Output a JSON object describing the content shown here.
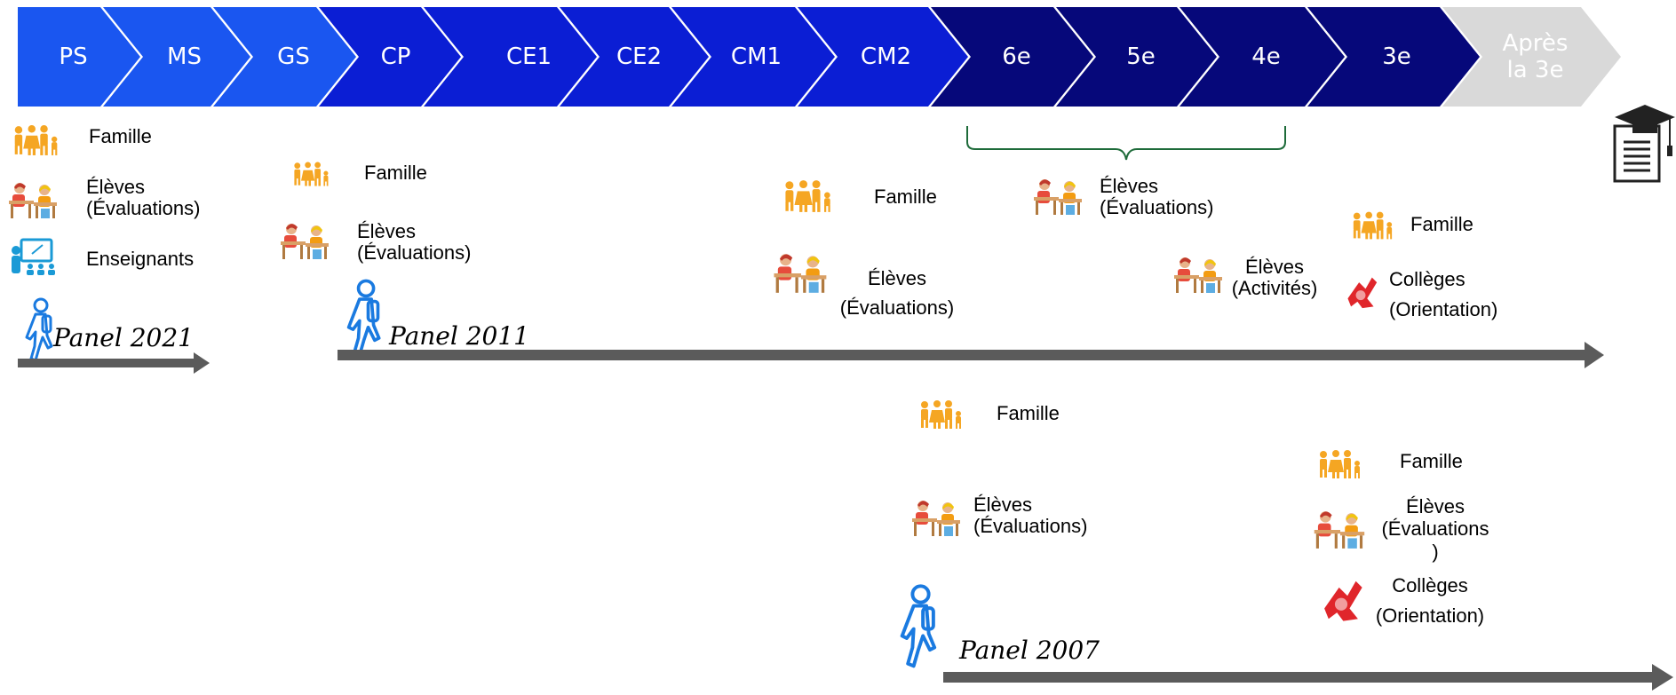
{
  "stages": [
    {
      "label": "PS",
      "color": "#1a56f0"
    },
    {
      "label": "MS",
      "color": "#1a56f0"
    },
    {
      "label": "GS",
      "color": "#1a56f0"
    },
    {
      "label": "CP",
      "color": "#0b1ed4"
    },
    {
      "label": "CE1",
      "color": "#0b1ed4"
    },
    {
      "label": "CE2",
      "color": "#0b1ed4"
    },
    {
      "label": "CM1",
      "color": "#0b1ed4"
    },
    {
      "label": "CM2",
      "color": "#0b1ed4"
    },
    {
      "label": "6e",
      "color": "#06087a"
    },
    {
      "label": "5e",
      "color": "#06087a"
    },
    {
      "label": "4e",
      "color": "#06087a"
    },
    {
      "label": "3e",
      "color": "#06087a"
    },
    {
      "label": "Après\nla 3e",
      "color": "#d9d9d9"
    }
  ],
  "icons": {
    "family": "family-icon",
    "students": "students-at-desk-icon",
    "teachers": "teacher-board-icon",
    "colleges": "college-orientation-icon",
    "walker": "walking-student-icon",
    "diploma": "diploma-graduation-cap-icon"
  },
  "colors": {
    "family": "#f5a623",
    "arrow": "#5b5b5b",
    "bracket": "#1e6b3a",
    "walker": "#1a7ae0"
  },
  "panel2021": {
    "title": "Panel 2021",
    "famille": "Famille",
    "eleves": "Élèves\n(Évaluations)",
    "enseignants": "Enseignants"
  },
  "panel2011": {
    "title": "Panel 2011",
    "gs_famille": "Famille",
    "gs_eleves": "Élèves\n(Évaluations)",
    "cm_famille": "Famille",
    "cm_eleves": "Élèves\n(Évaluations)",
    "col_eleves": "Élèves\n(Évaluations)",
    "act_eleves": "Élèves\n(Activités)",
    "t3_famille": "Famille",
    "t3_colleges": "Collèges\n(Orientation)"
  },
  "panel2007": {
    "title": "Panel 2007",
    "cm_famille": "Famille",
    "cm_eleves": "Élèves\n(Évaluations)",
    "t3_famille": "Famille",
    "t3_eleves": "Élèves\n(Évaluations\n)",
    "t3_colleges": "Collèges\n(Orientation)"
  }
}
